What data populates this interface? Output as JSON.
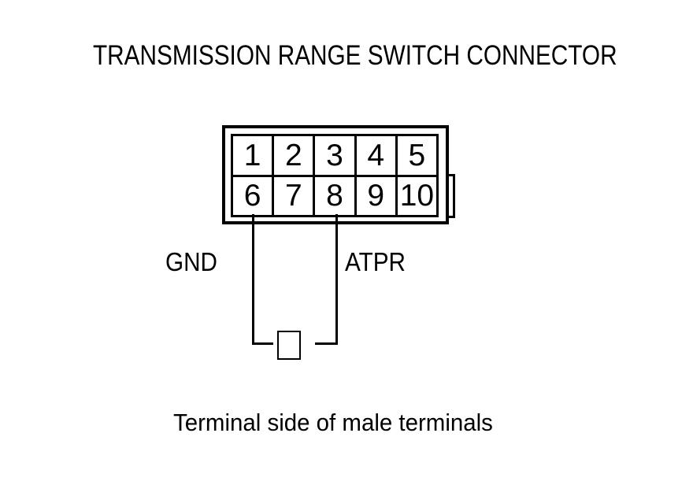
{
  "title": "TRANSMISSION RANGE SWITCH CONNECTOR",
  "caption": "Terminal side of male terminals",
  "connector": {
    "pins": [
      "1",
      "2",
      "3",
      "4",
      "5",
      "6",
      "7",
      "8",
      "9",
      "10"
    ],
    "rows": 2,
    "columns": 5,
    "wired_pins": [
      "6",
      "8"
    ]
  },
  "wire_labels": {
    "gnd": "GND",
    "atpr": "ATPR"
  },
  "colors": {
    "ink": "#000000",
    "background": "#ffffff"
  }
}
